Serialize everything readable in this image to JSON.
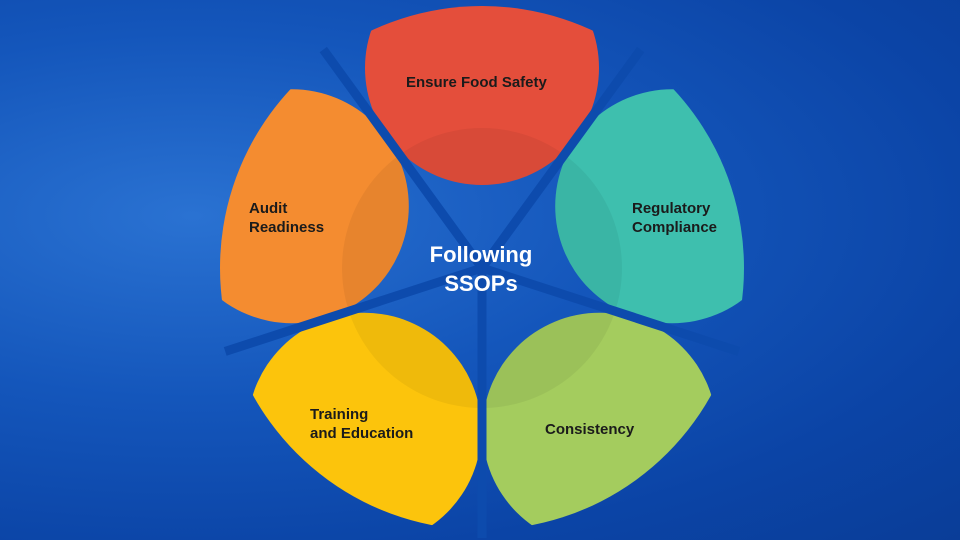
{
  "center": {
    "line1": "Following",
    "line2": "SSOPs"
  },
  "segments": [
    {
      "id": "ensure-food-safety",
      "line1": "Ensure Food Safety",
      "line2": "",
      "color": "#e44e3b"
    },
    {
      "id": "regulatory-compliance",
      "line1": "Regulatory",
      "line2": "Compliance",
      "color": "#3ebfae"
    },
    {
      "id": "consistency",
      "line1": "Consistency",
      "line2": "",
      "color": "#a4cc5e"
    },
    {
      "id": "training-and-education",
      "line1": "Training",
      "line2": "and Education",
      "color": "#fcc40c"
    },
    {
      "id": "audit-readiness",
      "line1": "Audit",
      "line2": "Readiness",
      "color": "#f48c30"
    }
  ],
  "colors": {
    "background": "#1456bb",
    "center": "#0b4aa8"
  }
}
